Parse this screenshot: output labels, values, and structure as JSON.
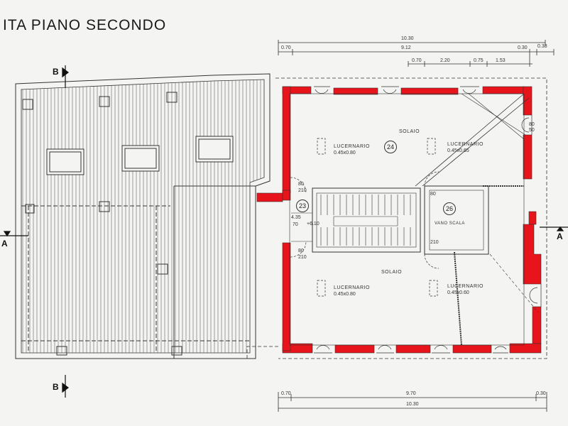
{
  "title": "ITA PIANO SECONDO",
  "colors": {
    "wall": "#e8141c",
    "ink": "#333333",
    "paper": "#f4f4f2"
  },
  "section_marks": {
    "b_top": "B",
    "b_bottom": "B",
    "a_left": "A",
    "a_right": "A"
  },
  "dimensions_top": {
    "overall": "10.30",
    "row2_left": "0.70",
    "row2_mid": "9.12",
    "row2_r1": "0.30",
    "row2_r2": "0.38",
    "row3_a": "0.70",
    "row3_b": "2.20",
    "row3_c": "0.75",
    "row3_d": "1.53"
  },
  "dimensions_bottom": {
    "left": "0.70",
    "mid": "9.70",
    "right": "0.30",
    "overall": "10.30"
  },
  "rooms": {
    "upper_slab": "SOLAIO",
    "upper_slab_no": "24",
    "lower_slab": "SOLAIO",
    "stair_no": "23",
    "vano_no": "26",
    "vano_label": "VANO SCALA",
    "level_note": "+6.10",
    "level_note2": "4.35",
    "level_note3": "70"
  },
  "skylights": [
    {
      "label": "LUCERNARIO",
      "size": "0.45x0.80"
    },
    {
      "label": "LUCERNARIO",
      "size": "0.45x0.65"
    },
    {
      "label": "LUCERNARIO",
      "size": "0.45x0.80"
    },
    {
      "label": "LUCERNARIO",
      "size": "0.45x0.60"
    }
  ],
  "small_dims": {
    "d80a": "80",
    "d210a": "210",
    "d80b": "80",
    "d210b": "210",
    "d80c": "80",
    "d210c": "210",
    "d80d": "80",
    "d50": "50"
  }
}
